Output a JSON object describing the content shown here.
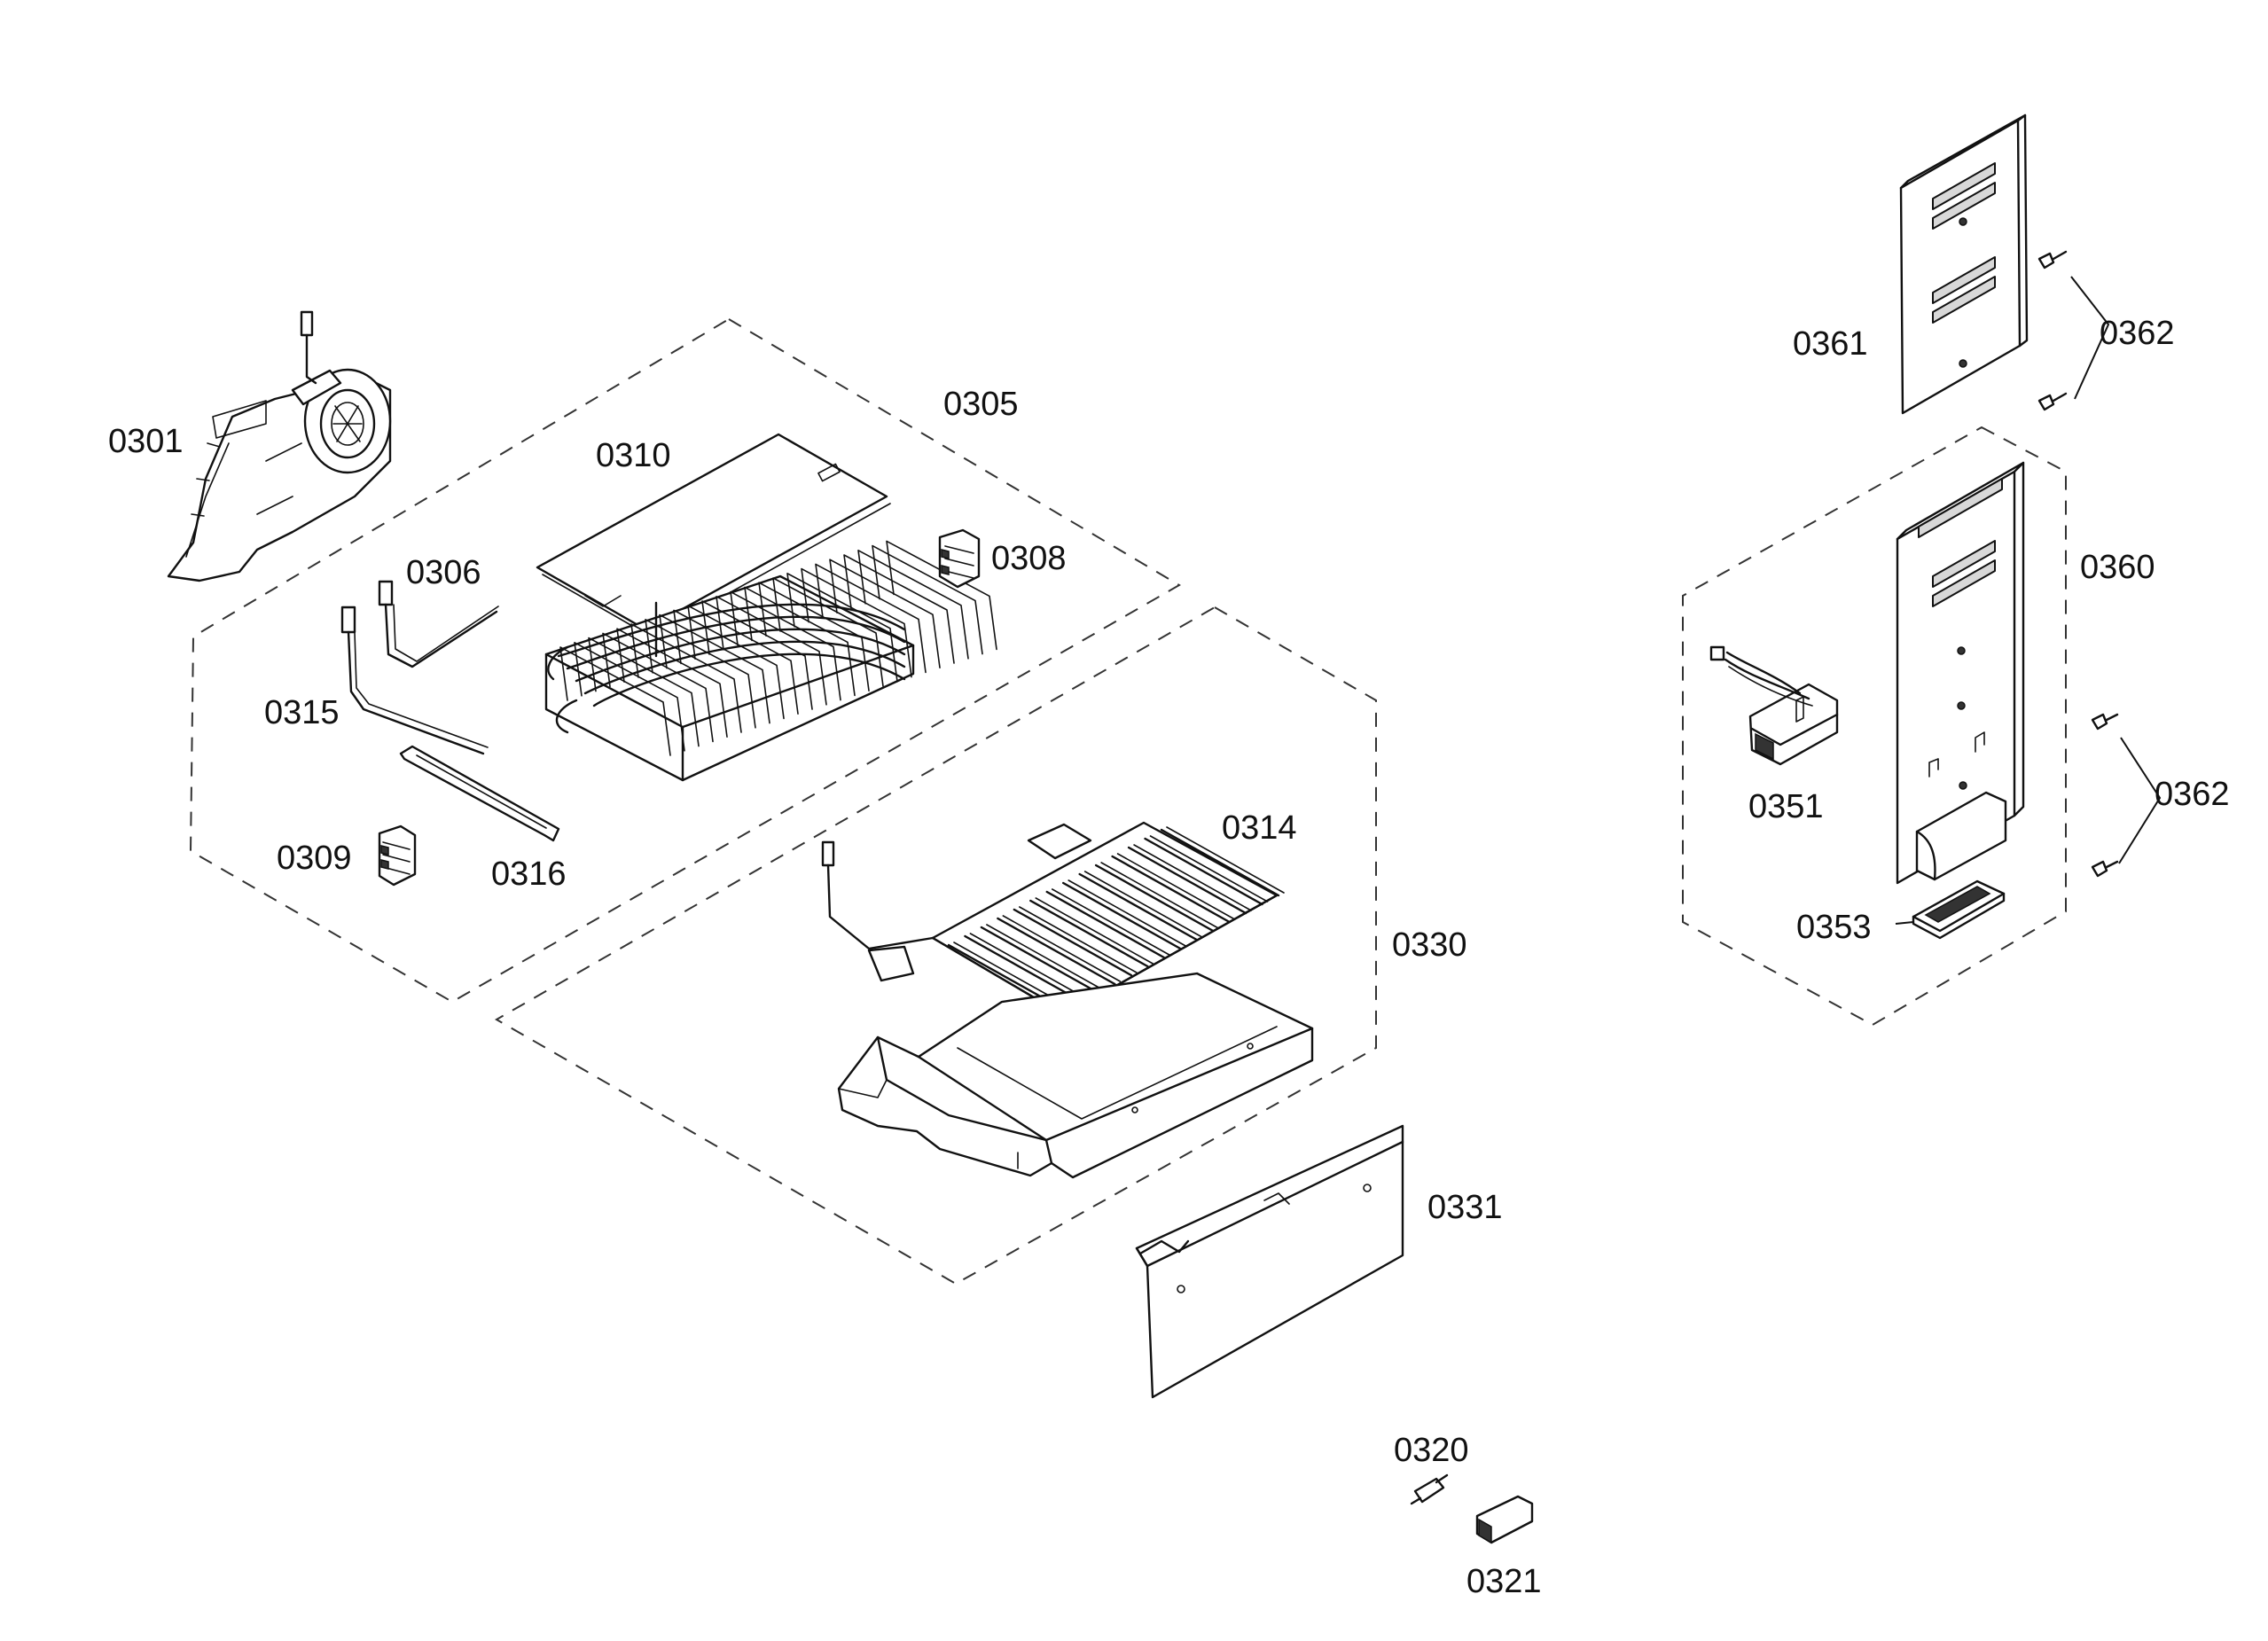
{
  "labels": {
    "p0301": "0301",
    "p0305": "0305",
    "p0306": "0306",
    "p0308": "0308",
    "p0309": "0309",
    "p0310": "0310",
    "p0314": "0314",
    "p0315": "0315",
    "p0316": "0316",
    "p0320": "0320",
    "p0321": "0321",
    "p0330": "0330",
    "p0331": "0331",
    "p0351": "0351",
    "p0353": "0353",
    "p0360": "0360",
    "p0361": "0361",
    "p0362_top": "0362",
    "p0362_bottom": "0362"
  }
}
